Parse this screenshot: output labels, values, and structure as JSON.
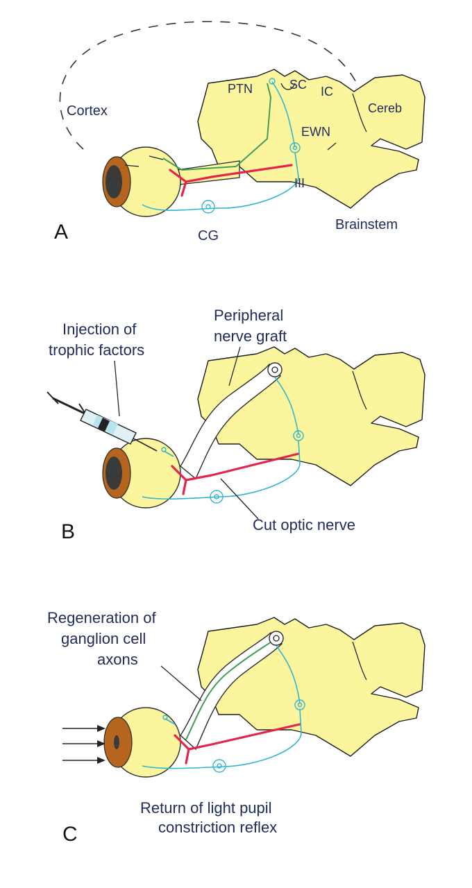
{
  "panel_a": {
    "letter": "A",
    "cortex": "Cortex",
    "ptn": "PTN",
    "sc": "SC",
    "ic": "IC",
    "cereb": "Cereb",
    "ewn": "EWN",
    "iii": "III",
    "cg": "CG",
    "brainstem": "Brainstem"
  },
  "panel_b": {
    "letter": "B",
    "injection_line1": "Injection of",
    "injection_line2": "trophic factors",
    "graft_line1": "Peripheral",
    "graft_line2": "nerve graft",
    "cut_nerve": "Cut optic nerve"
  },
  "panel_c": {
    "letter": "C",
    "regen_line1": "Regeneration of",
    "regen_line2": "ganglion cell",
    "regen_line3": "axons",
    "reflex_line1": "Return of light pupil",
    "reflex_line2": "constriction reflex"
  },
  "colors": {
    "tissue": "#fbf59e",
    "parasympathetic_pathway": "#e4244a",
    "cyan_neurons": "#2fb6cf",
    "retinal_axons": "#3f9d55",
    "iris": "#b5651d"
  }
}
